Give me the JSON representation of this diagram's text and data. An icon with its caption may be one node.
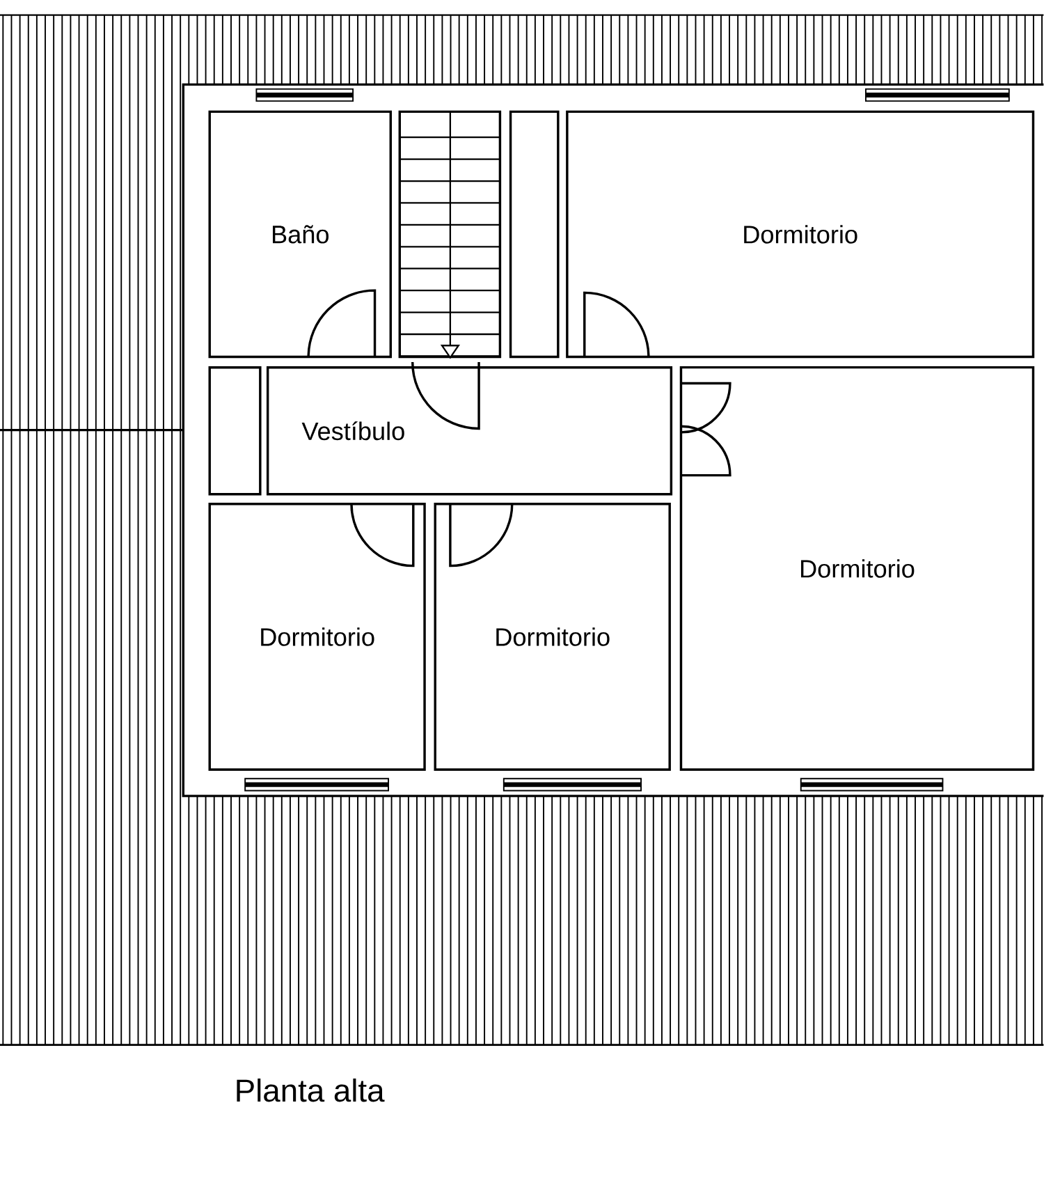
{
  "diagram": {
    "caption": "Planta alta",
    "nodes": [
      {
        "text": [
          "Baño"
        ]
      },
      {
        "text": [],
        "shape": "box"
      },
      {
        "text": [
          "Dormitorio"
        ]
      },
      {
        "text": [],
        "shape": "box"
      },
      {
        "text": [
          "Vestíbulo"
        ]
      },
      {
        "text": [
          "Dormitorio"
        ]
      },
      {
        "text": [
          "Dormitorio"
        ]
      },
      {
        "text": [
          "Dormitorio"
        ]
      }
    ]
  }
}
